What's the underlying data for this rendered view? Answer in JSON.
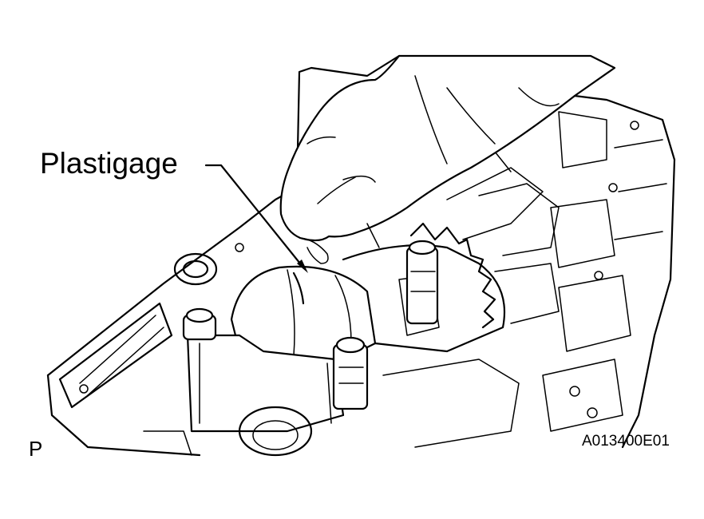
{
  "callout": {
    "label": "Plastigage"
  },
  "view_marker": "P",
  "figure_id": "A013400E01",
  "colors": {
    "ink": "#000000",
    "paper": "#ffffff"
  }
}
